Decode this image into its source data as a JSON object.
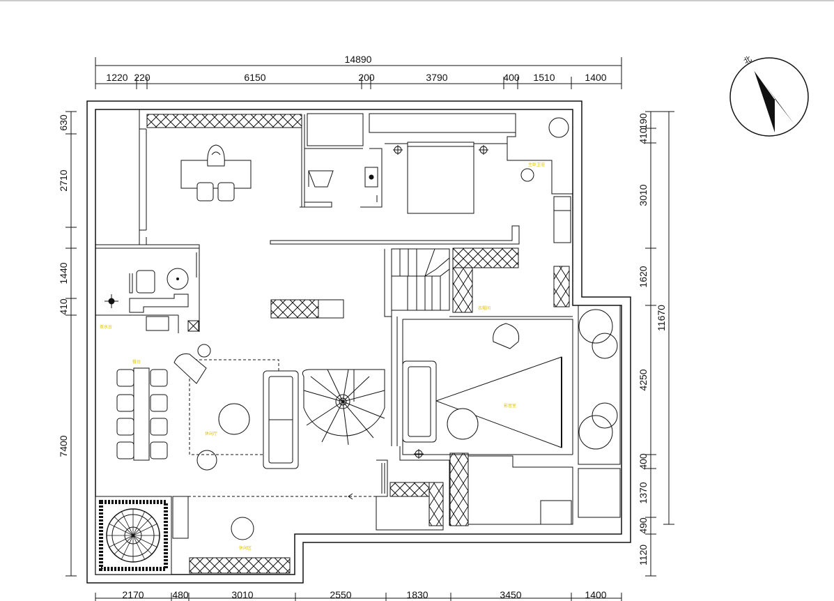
{
  "plan": {
    "dims_top_total": "14890",
    "dims_top": [
      "1220",
      "220",
      "6150",
      "200",
      "3790",
      "400",
      "1510",
      "1400"
    ],
    "dims_bottom": [
      "2170",
      "480",
      "3010",
      "2550",
      "1830",
      "3450",
      "1400"
    ],
    "dims_left": [
      "630",
      "2710",
      "1440",
      "410",
      "7400"
    ],
    "dims_right": [
      "410",
      "190",
      "3010",
      "1620",
      "4250",
      "400",
      "1370",
      "490",
      "1120"
    ],
    "dims_right_total": "11670",
    "north_label": "北",
    "room_labels": {
      "master_bath": "主卧卫浴",
      "closet": "衣帽间",
      "tea_bar": "茶水台",
      "dining": "餐台",
      "lounge": "休闲厅",
      "media": "影音室",
      "leisure": "休闲区"
    }
  }
}
